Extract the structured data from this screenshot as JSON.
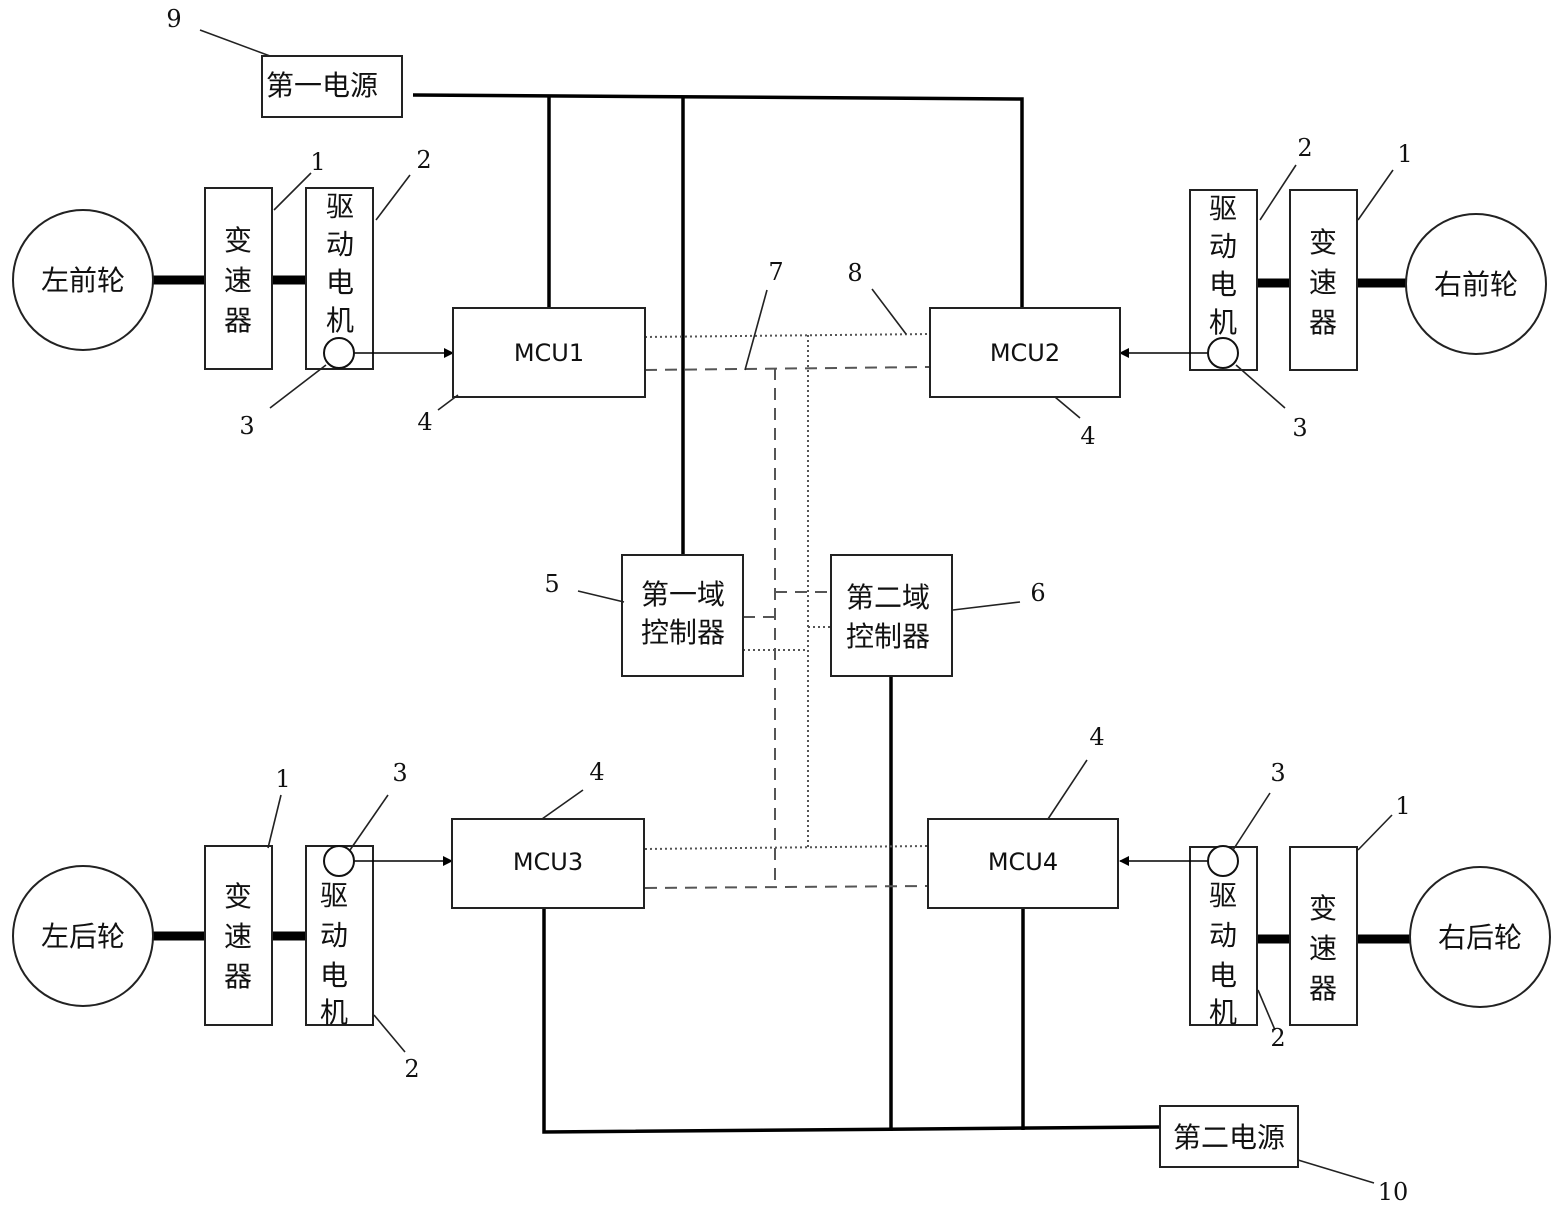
{
  "wheels": {
    "front_left": "左前轮",
    "front_right": "右前轮",
    "rear_left": "左后轮",
    "rear_right": "右后轮"
  },
  "components": {
    "transmission": [
      "变",
      "速",
      "器"
    ],
    "drive_motor": [
      "驱",
      "动",
      "电",
      "机"
    ],
    "mcu1": "MCU1",
    "mcu2": "MCU2",
    "mcu3": "MCU3",
    "mcu4": "MCU4",
    "domain_ctrl_1": [
      "第一域",
      "控制器"
    ],
    "domain_ctrl_2": [
      "第二域",
      "控制器"
    ],
    "power_1": "第一电源",
    "power_2": "第二电源"
  },
  "callouts": {
    "transmission": "1",
    "drive_motor": "2",
    "sensor": "3",
    "mcu": "4",
    "domain_ctrl_1": "5",
    "domain_ctrl_2": "6",
    "dashed_bus": "7",
    "dotted_bus": "8",
    "power_1": "9",
    "power_2": "10"
  }
}
